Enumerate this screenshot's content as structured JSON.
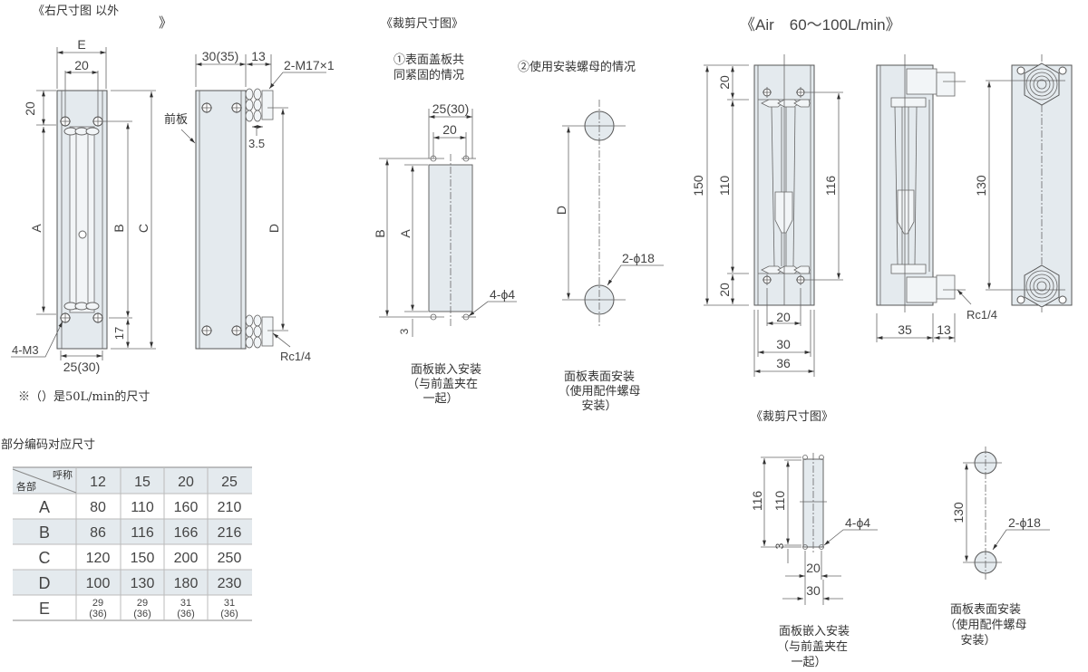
{
  "left_section": {
    "title_left": "《右尺寸图 以外",
    "title_right": "》",
    "front_view": {
      "dim_E": "E",
      "dim_20_top": "20",
      "dim_20_vert": "20",
      "dim_A": "A",
      "dim_B": "B",
      "dim_C": "C",
      "dim_17": "17",
      "dim_bottom": "25(30)",
      "screw_label": "4-M3"
    },
    "side_view": {
      "dim_width": "30(35)",
      "dim_13": "13",
      "thread_label": "2-M17×1",
      "front_plate_label": "前板",
      "dim_3_5": "3.5",
      "dim_D": "D",
      "port_label": "Rc1/4"
    },
    "note": "※（）是50L/min的尺寸"
  },
  "table": {
    "caption": "部分编码对应尺寸",
    "corner_top": "呼称",
    "corner_bottom": "各部",
    "columns": [
      "12",
      "15",
      "20",
      "25"
    ],
    "rows": [
      {
        "label": "A",
        "values": [
          "80",
          "110",
          "160",
          "210"
        ]
      },
      {
        "label": "B",
        "values": [
          "86",
          "116",
          "166",
          "216"
        ]
      },
      {
        "label": "C",
        "values": [
          "120",
          "150",
          "200",
          "250"
        ]
      },
      {
        "label": "D",
        "values": [
          "100",
          "130",
          "180",
          "230"
        ]
      },
      {
        "label": "E",
        "values": [
          [
            "29",
            "(36)"
          ],
          [
            "29",
            "(36)"
          ],
          [
            "31",
            "(36)"
          ],
          [
            "31",
            "(36)"
          ]
        ]
      }
    ]
  },
  "cutout_section": {
    "title": "《裁剪尺寸图》",
    "case1_title_line1": "①表面盖板共",
    "case1_title_line2": "同紧固的情况",
    "case2_title": "②使用安装螺母的情况",
    "case1": {
      "dim_top": "25(30)",
      "dim_20": "20",
      "dim_B": "B",
      "dim_A": "A",
      "dim_3": "3",
      "hole_label": "4-ϕ4",
      "caption_line1": "面板嵌入安装",
      "caption_line2": "（与前盖夹在",
      "caption_line3": "一起）"
    },
    "case2": {
      "dim_D": "D",
      "hole_label": "2-ϕ18",
      "caption_line1": "面板表面安装",
      "caption_line2": "（使用配件螺母",
      "caption_line3": "安装）"
    }
  },
  "air_section": {
    "title": "《Air　60～100L/min》",
    "front": {
      "dim_150": "150",
      "dim_20_top": "20",
      "dim_110": "110",
      "dim_20_bottom": "20",
      "dim_116": "116",
      "dim_20_w": "20",
      "dim_30": "30",
      "dim_36": "36"
    },
    "side": {
      "dim_35": "35",
      "dim_13": "13",
      "port_label": "Rc1/4"
    },
    "back": {
      "dim_130": "130"
    }
  },
  "air_cutout": {
    "title": "《裁剪尺寸图》",
    "case1": {
      "dim_116": "116",
      "dim_110": "110",
      "dim_3": "3",
      "hole_label": "4-ϕ4",
      "dim_20": "20",
      "dim_30": "30",
      "caption_line1": "面板嵌入安装",
      "caption_line2": "（与前盖夹在",
      "caption_line3": "一起）"
    },
    "case2": {
      "dim_130": "130",
      "hole_label": "2-ϕ18",
      "caption_line1": "面板表面安装",
      "caption_line2": "（使用配件螺母",
      "caption_line3": "安装）"
    }
  }
}
